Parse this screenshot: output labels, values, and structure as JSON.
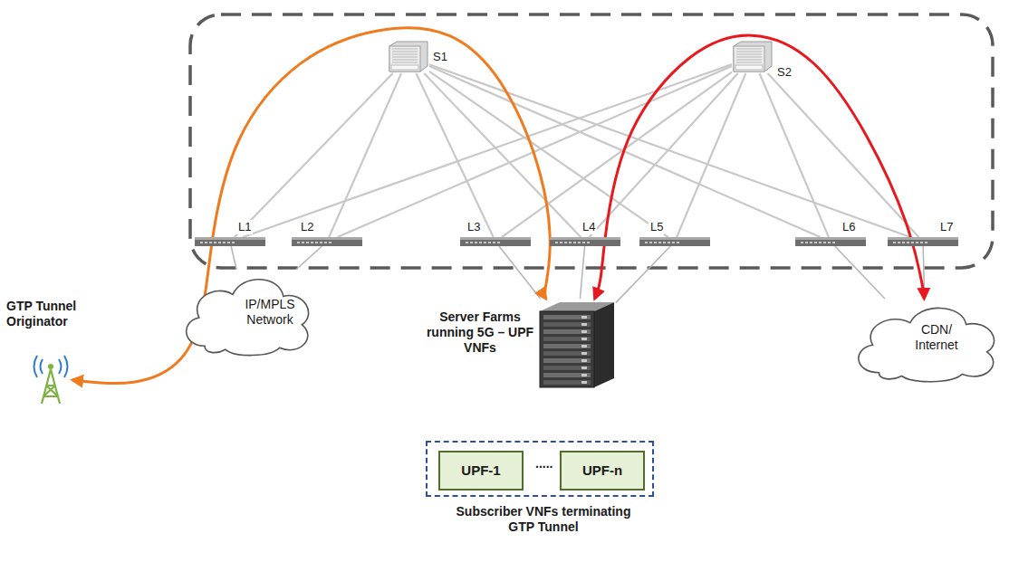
{
  "diagram": {
    "nodes": [
      {
        "text": [
          "S1"
        ]
      },
      {
        "text": [
          "S2"
        ]
      },
      {
        "text": [
          "L1"
        ]
      },
      {
        "text": [
          "L2"
        ]
      },
      {
        "text": [
          "L3"
        ]
      },
      {
        "text": [
          "L4"
        ]
      },
      {
        "text": [
          "L5"
        ]
      },
      {
        "text": [
          "L6"
        ]
      },
      {
        "text": [
          "L7"
        ]
      },
      {
        "text": [
          "GTP Tunnel Originator"
        ]
      },
      {
        "text": [
          "IP/MPLS Network"
        ]
      },
      {
        "text": [
          "Server Farms running 5G – UPF VNFs"
        ]
      },
      {
        "text": [
          "CDN/ Internet"
        ]
      },
      {
        "text": [
          "Subscriber VNFs terminating GTP Tunnel"
        ]
      },
      {
        "text": [
          "UPF-1"
        ],
        "in": 13
      },
      {
        "text": [
          "UPF-n"
        ],
        "in": 13
      }
    ],
    "edges": [
      {
        "from": 0,
        "to": 2,
        "arrow": "none"
      },
      {
        "from": 0,
        "to": 3,
        "arrow": "none"
      },
      {
        "from": 0,
        "to": 4,
        "arrow": "none"
      },
      {
        "from": 0,
        "to": 5,
        "arrow": "none"
      },
      {
        "from": 0,
        "to": 6,
        "arrow": "none"
      },
      {
        "from": 0,
        "to": 7,
        "arrow": "none"
      },
      {
        "from": 0,
        "to": 8,
        "arrow": "none"
      },
      {
        "from": 1,
        "to": 2,
        "arrow": "none"
      },
      {
        "from": 1,
        "to": 3,
        "arrow": "none"
      },
      {
        "from": 1,
        "to": 4,
        "arrow": "none"
      },
      {
        "from": 1,
        "to": 5,
        "arrow": "none"
      },
      {
        "from": 1,
        "to": 6,
        "arrow": "none"
      },
      {
        "from": 1,
        "to": 7,
        "arrow": "none"
      },
      {
        "from": 1,
        "to": 8,
        "arrow": "none"
      },
      {
        "from": 2,
        "to": 10,
        "arrow": "none"
      },
      {
        "from": 3,
        "to": 10,
        "arrow": "none"
      },
      {
        "from": 4,
        "to": 11,
        "arrow": "none"
      },
      {
        "from": 5,
        "to": 11,
        "arrow": "none"
      },
      {
        "from": 6,
        "to": 11,
        "arrow": "none"
      },
      {
        "from": 7,
        "to": 12,
        "arrow": "none"
      },
      {
        "from": 8,
        "to": 12,
        "arrow": "none"
      },
      {
        "from": 9,
        "to": 11,
        "arrow": "both"
      },
      {
        "from": 11,
        "to": 12,
        "arrow": "both"
      }
    ],
    "labels": [
      "....."
    ]
  }
}
